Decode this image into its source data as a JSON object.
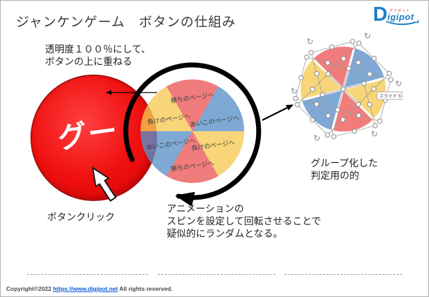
{
  "page": {
    "title": "ジャンケンゲーム　ボタンの仕組み"
  },
  "logo": {
    "d": "D",
    "rest": "igipot",
    "kana": "デジポット"
  },
  "annotations": {
    "overlay_note": [
      "透明度１００％にして、",
      "ボタンの上に重ねる"
    ],
    "button_click": "ボタンクリック",
    "spin_note": [
      "アニメーションの",
      "スピンを設定して回転させることで",
      "疑似的にランダムとなる。"
    ],
    "group_note": [
      "グループ化した",
      "判定用の的"
    ]
  },
  "button": {
    "label": "グー",
    "color": "#ef0e0e"
  },
  "wheel": {
    "labels": [
      "勝ちのページへ",
      "あいこのページへ",
      "負けのページへ",
      "勝ちのページへ",
      "あいこのページへ",
      "負けのページへ"
    ],
    "colors": {
      "win": "#f07c7c",
      "draw": "#7fa8d4",
      "lose": "#f7d578",
      "win_base": "#eb5757",
      "draw_base": "#5b90c8",
      "lose_base": "#f5c952",
      "overlay_alpha": 0.78
    }
  },
  "target": {
    "tooltip": "スライド 5",
    "rotate_glyph": "↻"
  },
  "footer": {
    "copyright_prefix": "Copyright©2022 ",
    "link": "https://www.digipot.net",
    "copyright_suffix": " All rights reserved."
  }
}
